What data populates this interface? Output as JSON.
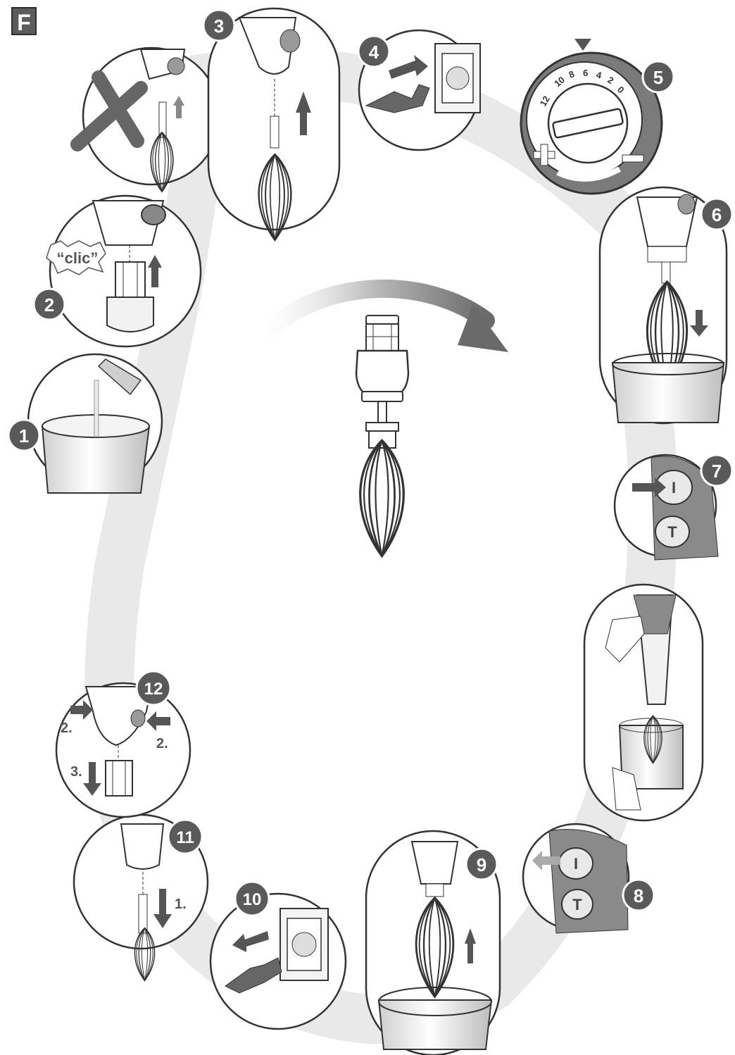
{
  "section_label": "F",
  "steps": [
    {
      "n": "1"
    },
    {
      "n": "2"
    },
    {
      "n": "3"
    },
    {
      "n": "4"
    },
    {
      "n": "5"
    },
    {
      "n": "6"
    },
    {
      "n": "7"
    },
    {
      "n": "8"
    },
    {
      "n": "9"
    },
    {
      "n": "10"
    },
    {
      "n": "11"
    },
    {
      "n": "12"
    }
  ],
  "step2": {
    "sound": "“clic”"
  },
  "step5": {
    "dial_numbers": [
      "12",
      "10",
      "8",
      "6",
      "4",
      "2",
      "0"
    ]
  },
  "step7": {
    "on_button": "I",
    "turbo_button": "T"
  },
  "step8": {
    "on_button": "I",
    "turbo_button": "T"
  },
  "step11": {
    "label_1": "1."
  },
  "step12": {
    "label_2a": "2.",
    "label_2b": "2.",
    "label_3": "3."
  },
  "colors": {
    "dark": "#4a4a4a",
    "mid": "#8a8a8a",
    "light": "#d8d8d8",
    "badge": "#5a5a5a"
  }
}
